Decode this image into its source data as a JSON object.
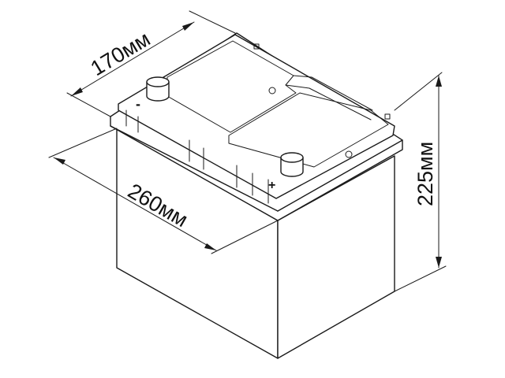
{
  "dimensions": {
    "depth": {
      "label": "170мм"
    },
    "length": {
      "label": "260мм"
    },
    "height": {
      "label": "225мм"
    }
  },
  "terminals": {
    "negative": {
      "sign": "-"
    },
    "positive": {
      "sign": "+"
    }
  },
  "colors": {
    "line": "#1a1a1a",
    "background": "#ffffff"
  }
}
